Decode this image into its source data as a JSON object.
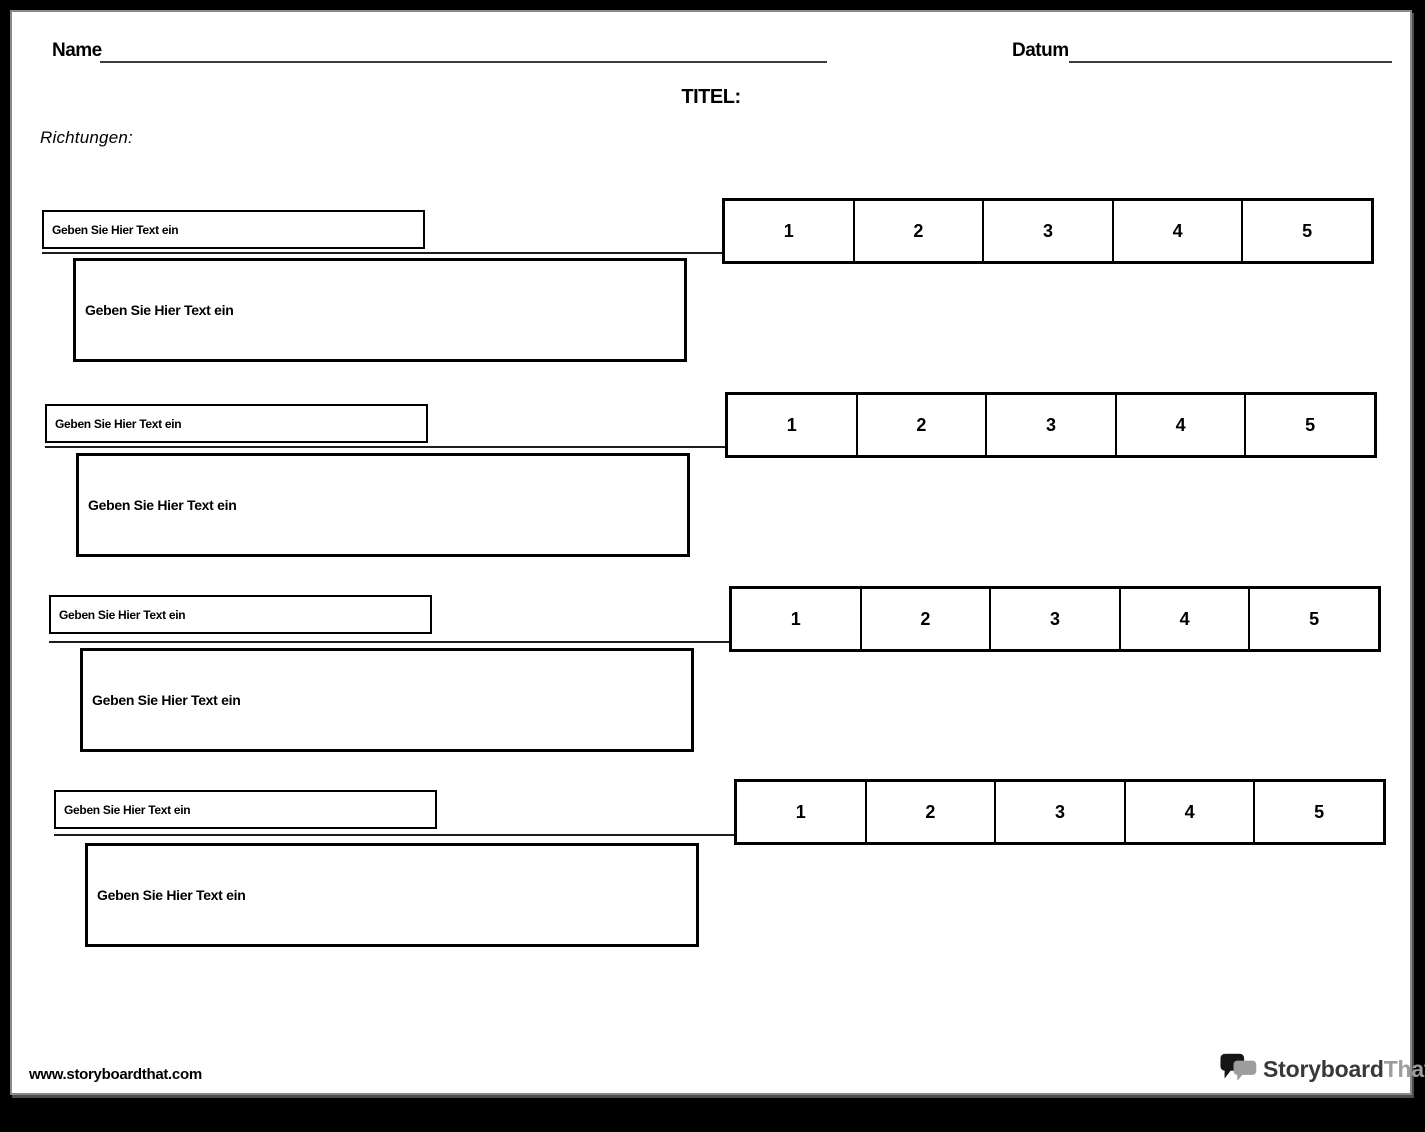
{
  "header": {
    "name_label": "Name",
    "datum_label": "Datum",
    "title": "TITEL:",
    "directions": "Richtungen:"
  },
  "rating_scale": {
    "labels": [
      "1",
      "2",
      "3",
      "4",
      "5"
    ]
  },
  "blocks": [
    {
      "prompt": "Geben Sie Hier Text ein",
      "description": "Geben Sie Hier Text ein"
    },
    {
      "prompt": "Geben Sie Hier Text ein",
      "description": "Geben Sie Hier Text ein"
    },
    {
      "prompt": "Geben Sie Hier Text ein",
      "description": "Geben Sie Hier Text ein"
    },
    {
      "prompt": "Geben Sie Hier Text ein",
      "description": "Geben Sie Hier Text ein"
    }
  ],
  "footer": {
    "website": "www.storyboardthat.com",
    "logo": {
      "part1": "Storyboard",
      "part2": "That"
    }
  },
  "colors": {
    "background": "#000000",
    "page": "#ffffff",
    "ink": "#000000",
    "line": "#3d3d3d",
    "logo_dark": "#383838",
    "logo_light": "#9d9d9d"
  }
}
